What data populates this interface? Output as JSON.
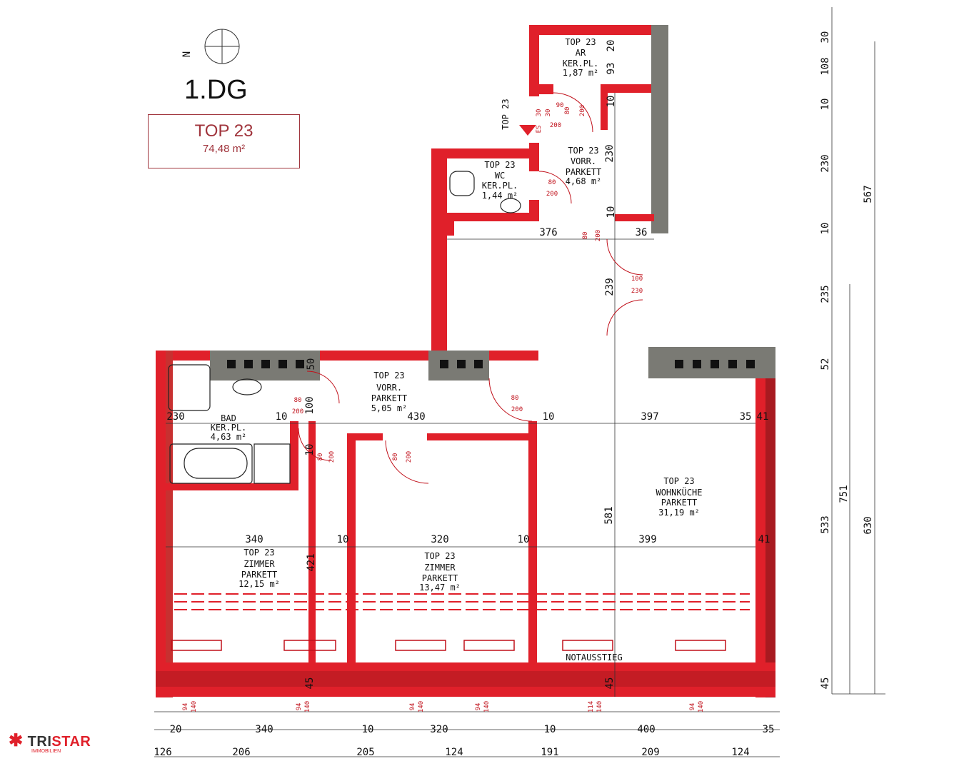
{
  "header": {
    "north_label": "N",
    "floor": "1.DG",
    "unit_title": "TOP 23",
    "unit_area": "74,48 m²"
  },
  "rooms": [
    {
      "id": "ar",
      "top": "TOP 23",
      "name": "AR",
      "floor": "KER.PL.",
      "area": "1,87 m²"
    },
    {
      "id": "wc",
      "top": "TOP 23",
      "name": "WC",
      "floor": "KER.PL.",
      "area": "1,44 m²"
    },
    {
      "id": "vorr1",
      "top": "TOP 23",
      "name": "VORR.",
      "floor": "PARKETT",
      "area": "4,68 m²"
    },
    {
      "id": "vorr2",
      "top": "TOP 23",
      "name": "VORR.",
      "floor": "PARKETT",
      "area": "5,05 m²"
    },
    {
      "id": "bad",
      "top": "",
      "name": "BAD",
      "floor": "KER.PL.",
      "area": "4,63 m²"
    },
    {
      "id": "wohn",
      "top": "TOP 23",
      "name": "WOHNKÜCHE",
      "floor": "PARKETT",
      "area": "31,19 m²"
    },
    {
      "id": "zim1",
      "top": "TOP 23",
      "name": "ZIMMER",
      "floor": "PARKETT",
      "area": "12,15 m²"
    },
    {
      "id": "zim2",
      "top": "TOP 23",
      "name": "ZIMMER",
      "floor": "PARKETT",
      "area": "13,47 m²"
    }
  ],
  "stair_label": "TOP 23",
  "notausstieg": "NOTAUSSTIEG",
  "dims_inner": [
    "376",
    "36",
    "230",
    "397",
    "35",
    "41",
    "340",
    "10",
    "320",
    "10",
    "399",
    "230",
    "10",
    "430",
    "10",
    "100",
    "10",
    "50",
    "581",
    "421",
    "239",
    "93",
    "20",
    "10",
    "10",
    "45",
    "45",
    "41"
  ],
  "dims_right": [
    "30",
    "108",
    "10",
    "230",
    "10",
    "235",
    "52",
    "533",
    "45",
    "567",
    "751",
    "630"
  ],
  "dims_bottom1": [
    "20",
    "340",
    "10",
    "320",
    "10",
    "400",
    "35"
  ],
  "dims_bottom2": [
    "126",
    "206",
    "205",
    "124",
    "191",
    "209",
    "124"
  ],
  "small_marks": [
    "94",
    "140",
    "94",
    "140",
    "94",
    "140",
    "94",
    "140",
    "114",
    "140",
    "94",
    "140"
  ],
  "door_marks": [
    "80",
    "200",
    "90",
    "200",
    "80",
    "200",
    "80",
    "200",
    "80",
    "200",
    "100",
    "230",
    "80",
    "200",
    "80",
    "200",
    "80",
    "200",
    "80",
    "200",
    "80",
    "200"
  ],
  "stair_marks": [
    "30",
    "30",
    "ES",
    "200"
  ],
  "logo": {
    "brand_a": "TRI",
    "brand_b": "STAR",
    "sub": "IMMOBILIEN"
  }
}
